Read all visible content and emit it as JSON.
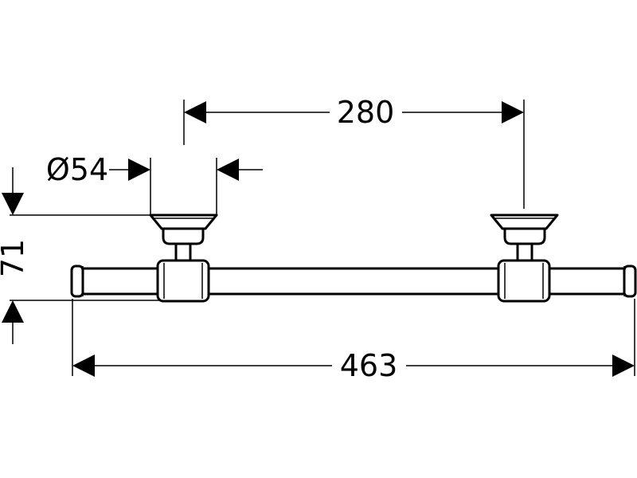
{
  "dimensions": {
    "center_distance": "280",
    "rose_diameter": "Ø54",
    "projection": "71",
    "overall_length": "463"
  }
}
